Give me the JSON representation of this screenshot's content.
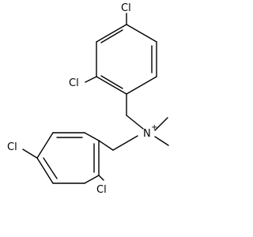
{
  "structure": {
    "upper_ring": {
      "chloro_para": "Cl",
      "chloro_ortho": "Cl"
    },
    "lower_ring": {
      "chloro_para": "Cl",
      "chloro_ortho": "Cl"
    },
    "nitrogen": {
      "symbol": "N",
      "charge": "+"
    }
  }
}
